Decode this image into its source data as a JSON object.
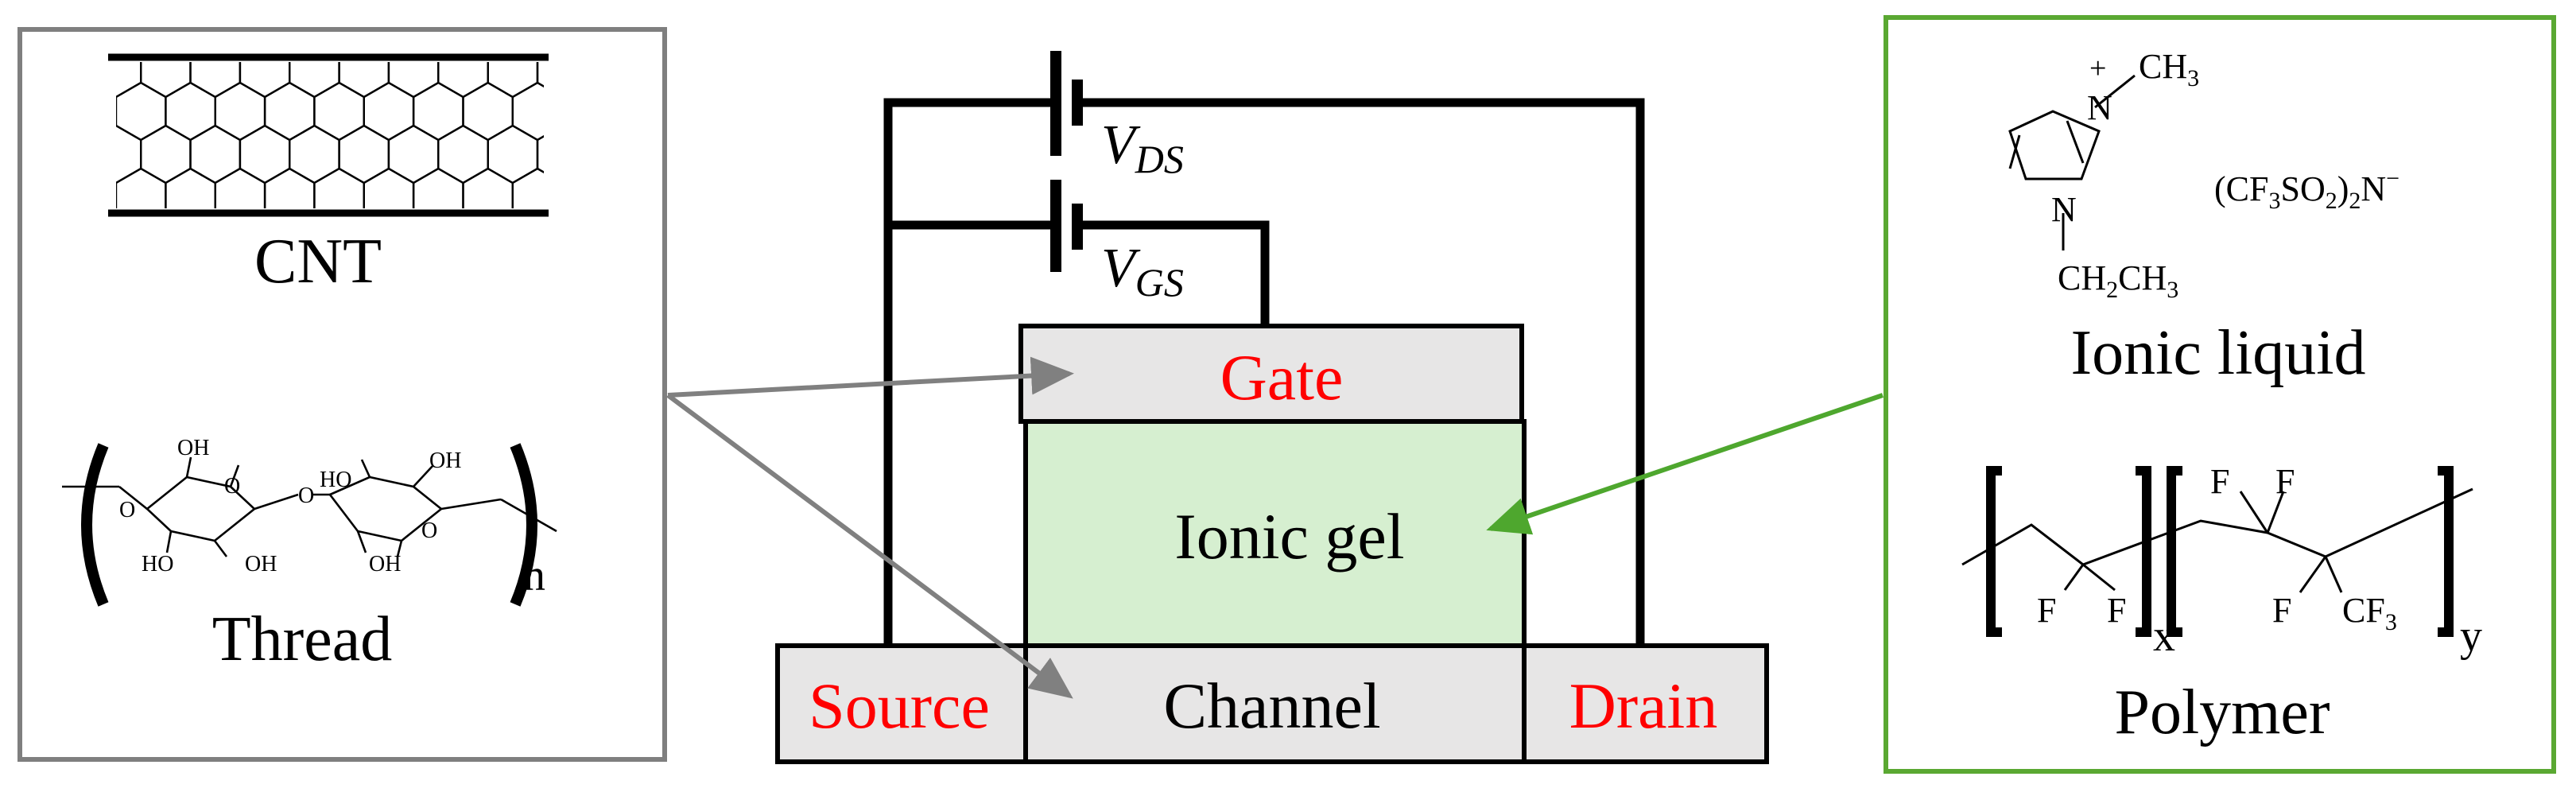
{
  "colors": {
    "label_red": "#ff0000",
    "box_grey": "#7f7f7f",
    "box_green": "#5aa832",
    "fill_light_grey": "#e7e6e6",
    "fill_light_green": "#d6efd0",
    "arrow_grey": "#808080",
    "arrow_green": "#4ea72e"
  },
  "left_panel": {
    "cnt_label": "CNT",
    "thread_label": "Thread",
    "thread_subscript": "n",
    "cellulose_oh": "OH",
    "cellulose_ho": "HO",
    "cellulose_o": "O"
  },
  "transistor": {
    "vds": {
      "main": "V",
      "sub": "DS"
    },
    "vgs": {
      "main": "V",
      "sub": "GS"
    },
    "gate": "Gate",
    "ionic_gel": "Ionic gel",
    "source": "Source",
    "channel": "Channel",
    "drain": "Drain"
  },
  "right_panel": {
    "ionic_liquid_label": "Ionic liquid",
    "polymer_label": "Polymer",
    "imidazolium": {
      "n_plus": "N",
      "plus": "+",
      "n": "N",
      "methyl_ch": "CH",
      "methyl_sub": "3",
      "ethyl_ch2": "CH",
      "ethyl_sub2": "2",
      "ethyl_ch3": "CH",
      "ethyl_sub3": "3"
    },
    "anion": {
      "p1": "(CF",
      "s1": "3",
      "p2": "SO",
      "s2": "2",
      "p3": ")",
      "s3": "2",
      "p4": "N",
      "sup": "−"
    },
    "polymer": {
      "f": "F",
      "cf": "CF",
      "cf_sub": "3",
      "x": "x",
      "y": "y"
    }
  }
}
